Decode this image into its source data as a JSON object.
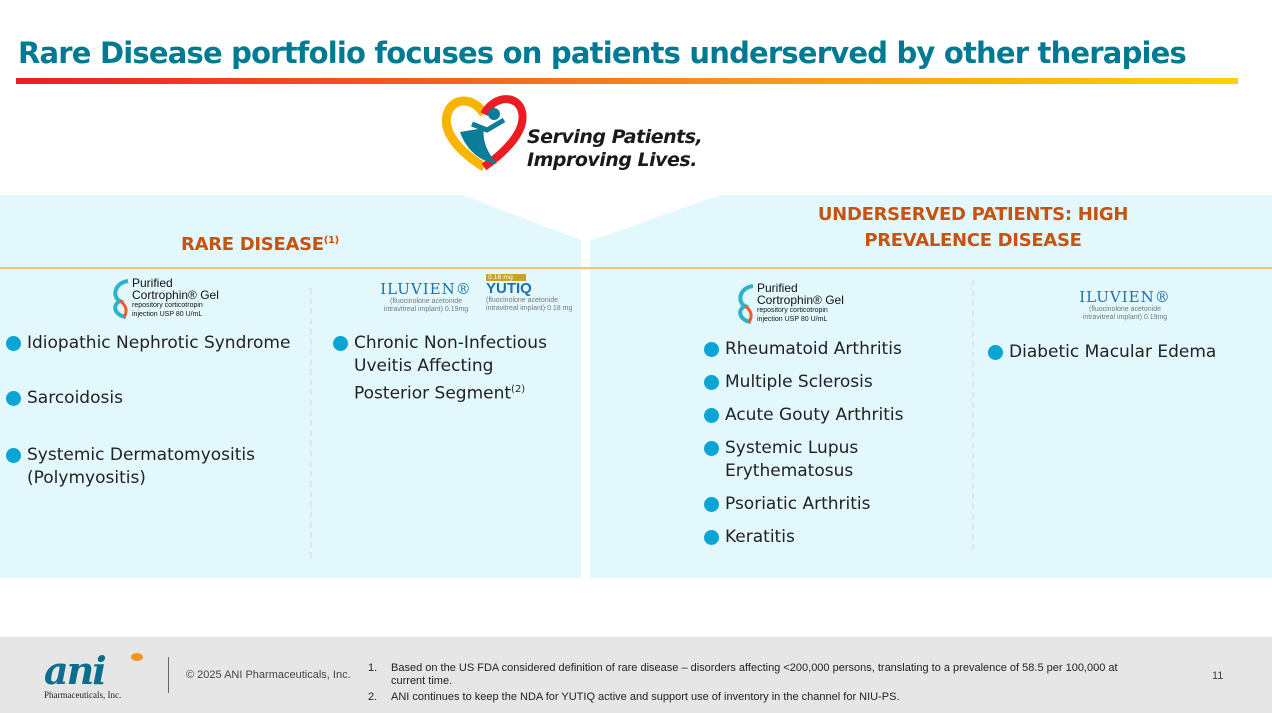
{
  "title": "Rare Disease portfolio focuses on patients underserved by other therapies",
  "tagline": {
    "line1": "Serving Patients,",
    "line2": "Improving Lives."
  },
  "left": {
    "header": "RARE DISEASE",
    "header_sup": "(1)",
    "cortrophin": {
      "l1": "Purified",
      "l2": "Cortrophin® Gel",
      "l3": "repository corticotropin",
      "l4": "injection USP 80 U/mL"
    },
    "items": [
      "Idiopathic Nephrotic Syndrome",
      "Sarcoidosis",
      "Systemic Dermatomyositis (Polymyositis)"
    ],
    "iluvien": {
      "name": "ILUVIEN®",
      "l1": "(fluocinolone acetonide",
      "l2": "intravitreal implant) 0.19mg"
    },
    "yutiq": {
      "badge": "0.18 mg",
      "name": "YUTIQ",
      "l1": "(fluocinolone acetonide",
      "l2": "intravitreal implant) 0.18 mg"
    },
    "items2": [
      {
        "text": "Chronic Non-Infectious Uveitis Affecting Posterior Segment",
        "sup": "(2)"
      }
    ]
  },
  "right": {
    "header_l1": "UNDERSERVED PATIENTS: HIGH",
    "header_l2": "PREVALENCE DISEASE",
    "items": [
      "Rheumatoid Arthritis",
      "Multiple Sclerosis",
      "Acute Gouty Arthritis",
      "Systemic Lupus Erythematosus",
      "Psoriatic Arthritis",
      "Keratitis"
    ],
    "items2": [
      "Diabetic Macular Edema"
    ]
  },
  "footer": {
    "logo": "ani",
    "logo_sub": "Pharmaceuticals, Inc.",
    "copyright": "© 2025 ANI Pharmaceuticals, Inc.",
    "notes": [
      {
        "n": "1.",
        "text": "Based on the US FDA considered definition of rare disease – disorders affecting <200,000 persons, translating to a prevalence of 58.5 per 100,000 at current time."
      },
      {
        "n": "2.",
        "text": "ANI continues to keep the NDA for YUTIQ active and support use of inventory in the channel for NIU-PS."
      }
    ],
    "page": "11"
  },
  "colors": {
    "title": "#007a93",
    "header": "#c6530f",
    "bullet": "#0aa5d4",
    "panel": "#e3f8fd"
  }
}
